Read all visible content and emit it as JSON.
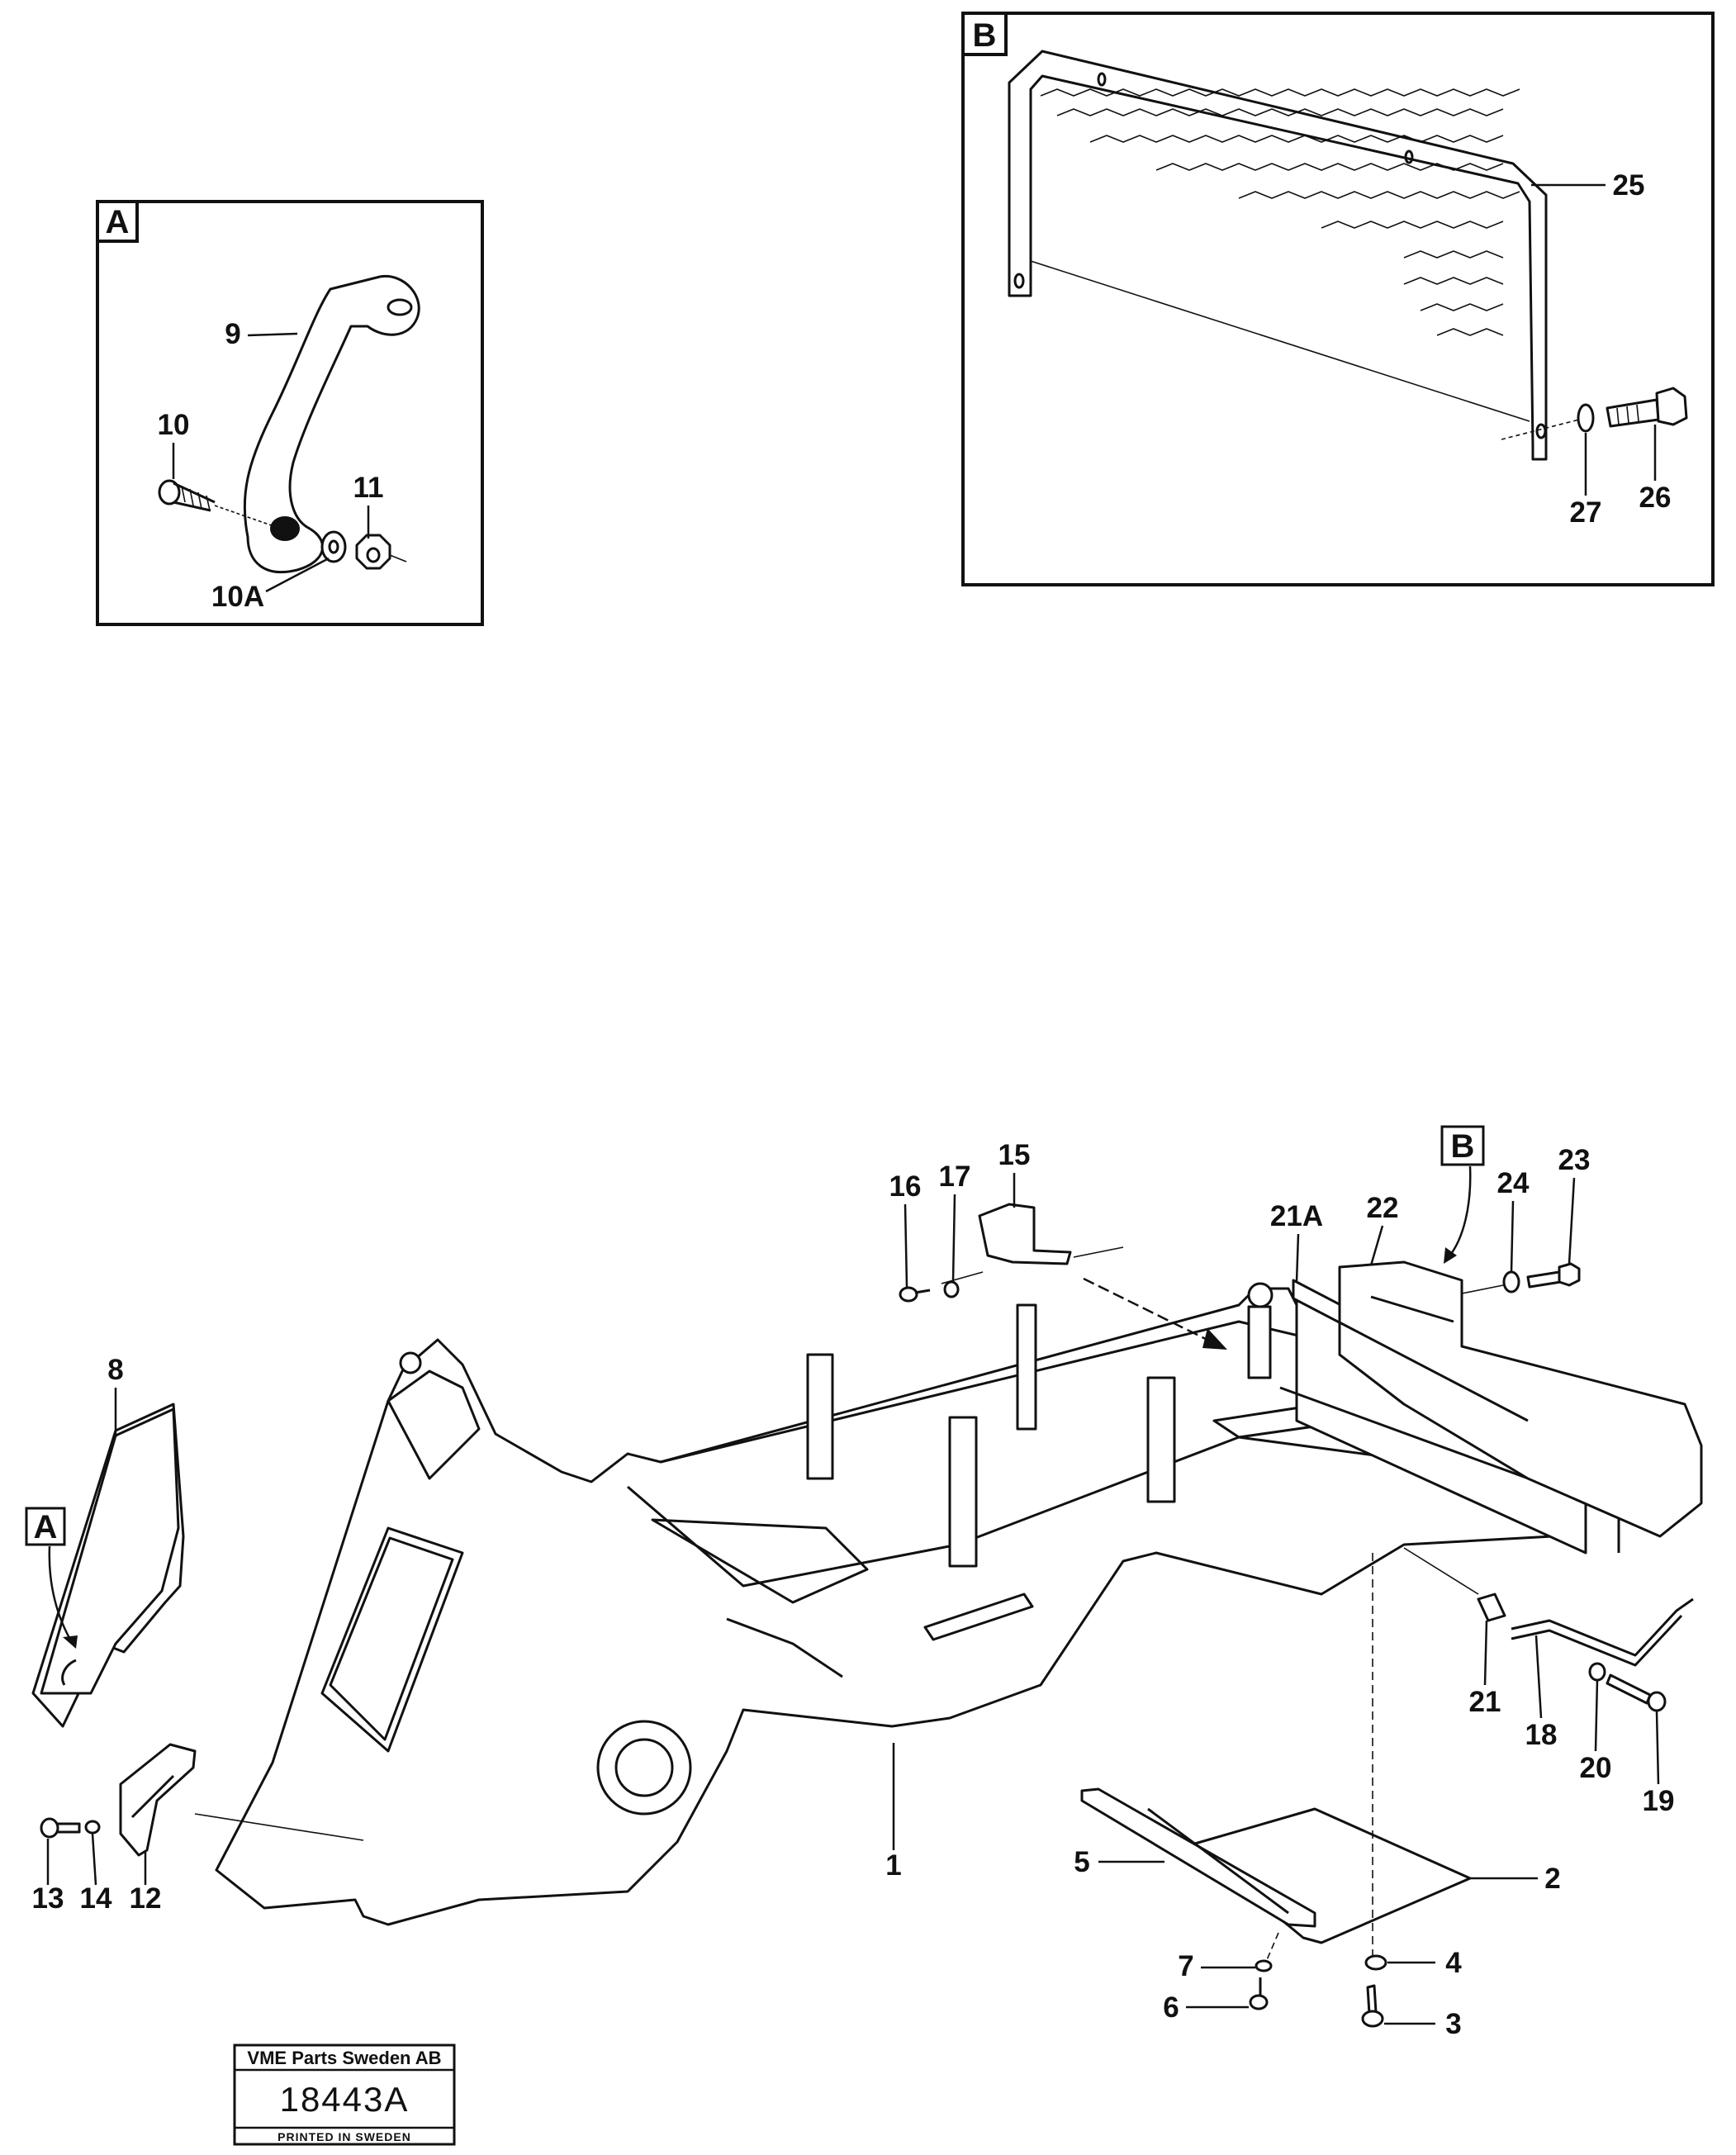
{
  "detail_a": {
    "tag": "A",
    "callouts": {
      "handle": "9",
      "screw": "10",
      "washer": "10A",
      "nut": "11"
    }
  },
  "detail_b": {
    "tag": "B",
    "callouts": {
      "grille": "25",
      "bolt": "26",
      "washer": "27"
    }
  },
  "main": {
    "ref_a": "A",
    "ref_b": "B",
    "callouts": {
      "frame": "1",
      "guard_plate": "2",
      "screw_3": "3",
      "washer_4": "4",
      "side_plate": "5",
      "screw_6": "6",
      "washer_7": "7",
      "step_plate": "8",
      "step_bracket": "12",
      "screw_13": "13",
      "washer_14": "14",
      "bracket_15": "15",
      "screw_16": "16",
      "washer_17": "17",
      "rod_18": "18",
      "screw_19": "19",
      "washer_20": "20",
      "spacer_21": "21",
      "pad_21a": "21A",
      "counterweight_22": "22",
      "screw_23": "23",
      "washer_24": "24"
    }
  },
  "stamp": {
    "company": "VME Parts Sweden AB",
    "number": "18443A",
    "printed": "PRINTED IN SWEDEN"
  }
}
